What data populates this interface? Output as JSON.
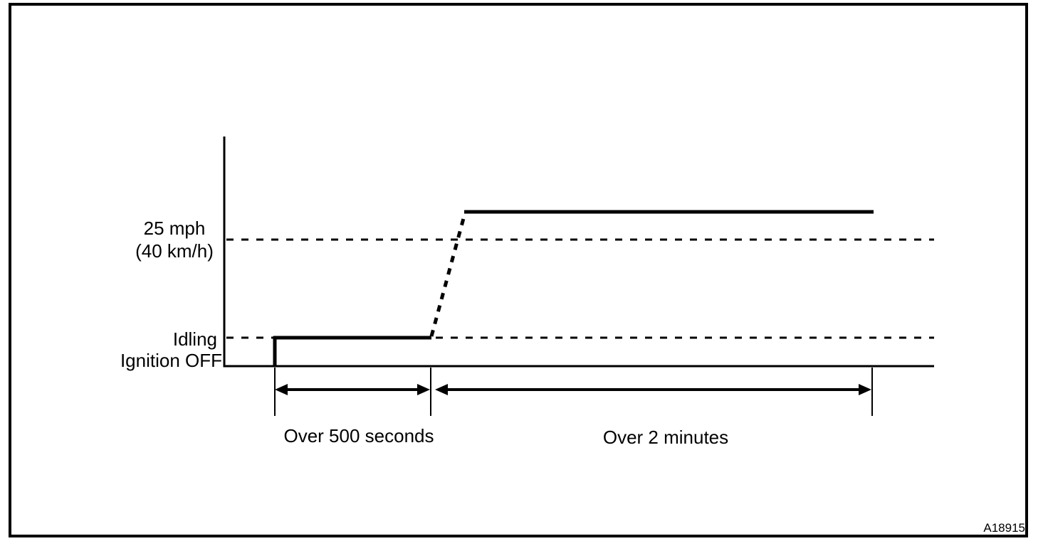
{
  "diagram": {
    "figure_code": "A18915",
    "axis_labels": {
      "speed_line1": "25 mph",
      "speed_line2": "(40 km/h)",
      "idling": "Idling",
      "ignition_off": "Ignition OFF"
    },
    "durations": {
      "idle_phase": "Over 500 seconds",
      "drive_phase": "Over 2 minutes"
    },
    "colors": {
      "ink": "#000000",
      "background": "#ffffff"
    }
  },
  "chart_data": {
    "type": "line",
    "y_levels": [
      "Ignition OFF",
      "Idling",
      "25 mph (40 km/h)"
    ],
    "gridlines": {
      "style": "dashed",
      "at_levels": [
        "25 mph (40 km/h)",
        "Idling"
      ]
    },
    "segments": [
      {
        "label": "Over 500 seconds",
        "level": "Idling",
        "line_style": "solid"
      },
      {
        "label": "",
        "from_level": "Idling",
        "to_level": "25 mph (40 km/h)",
        "line_style": "dashed"
      },
      {
        "label": "Over 2 minutes",
        "level": "above 25 mph (40 km/h)",
        "line_style": "solid"
      }
    ]
  }
}
